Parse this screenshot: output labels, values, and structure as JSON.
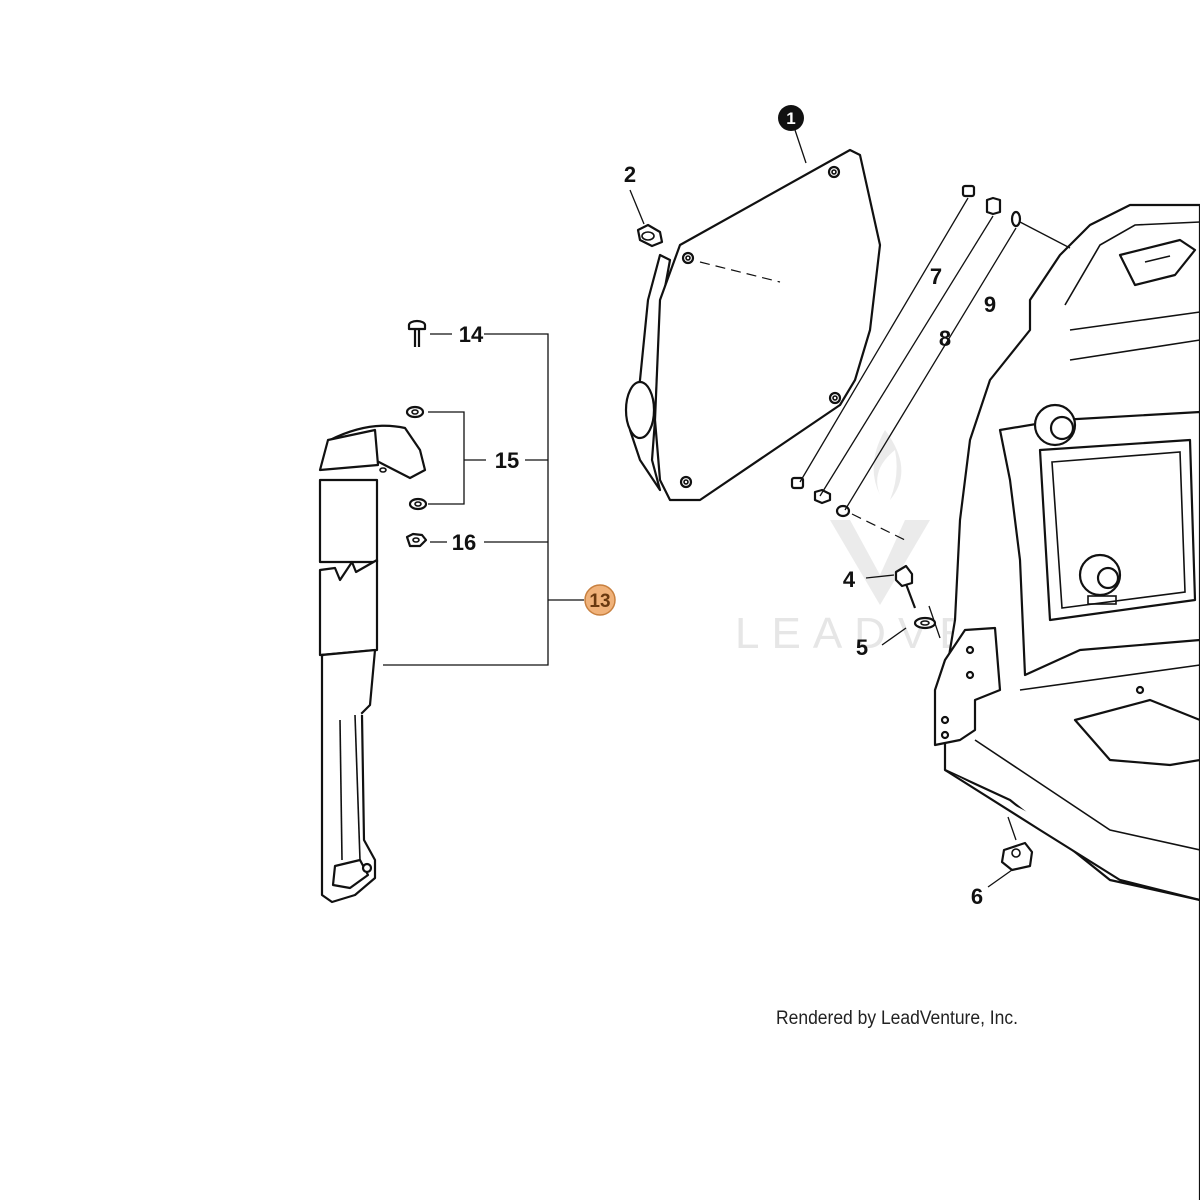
{
  "diagram": {
    "callouts": [
      {
        "id": "1",
        "label": "1",
        "filled": true
      },
      {
        "id": "2",
        "label": "2"
      },
      {
        "id": "4",
        "label": "4"
      },
      {
        "id": "5",
        "label": "5"
      },
      {
        "id": "6",
        "label": "6"
      },
      {
        "id": "7",
        "label": "7"
      },
      {
        "id": "8",
        "label": "8"
      },
      {
        "id": "9",
        "label": "9"
      },
      {
        "id": "13",
        "label": "13",
        "highlighted": true
      },
      {
        "id": "14",
        "label": "14"
      },
      {
        "id": "15",
        "label": "15"
      },
      {
        "id": "16",
        "label": "16"
      }
    ],
    "highlight_color": "#f0b27a",
    "watermark": "LEADVENTURE",
    "credit": "Rendered by LeadVenture, Inc."
  }
}
